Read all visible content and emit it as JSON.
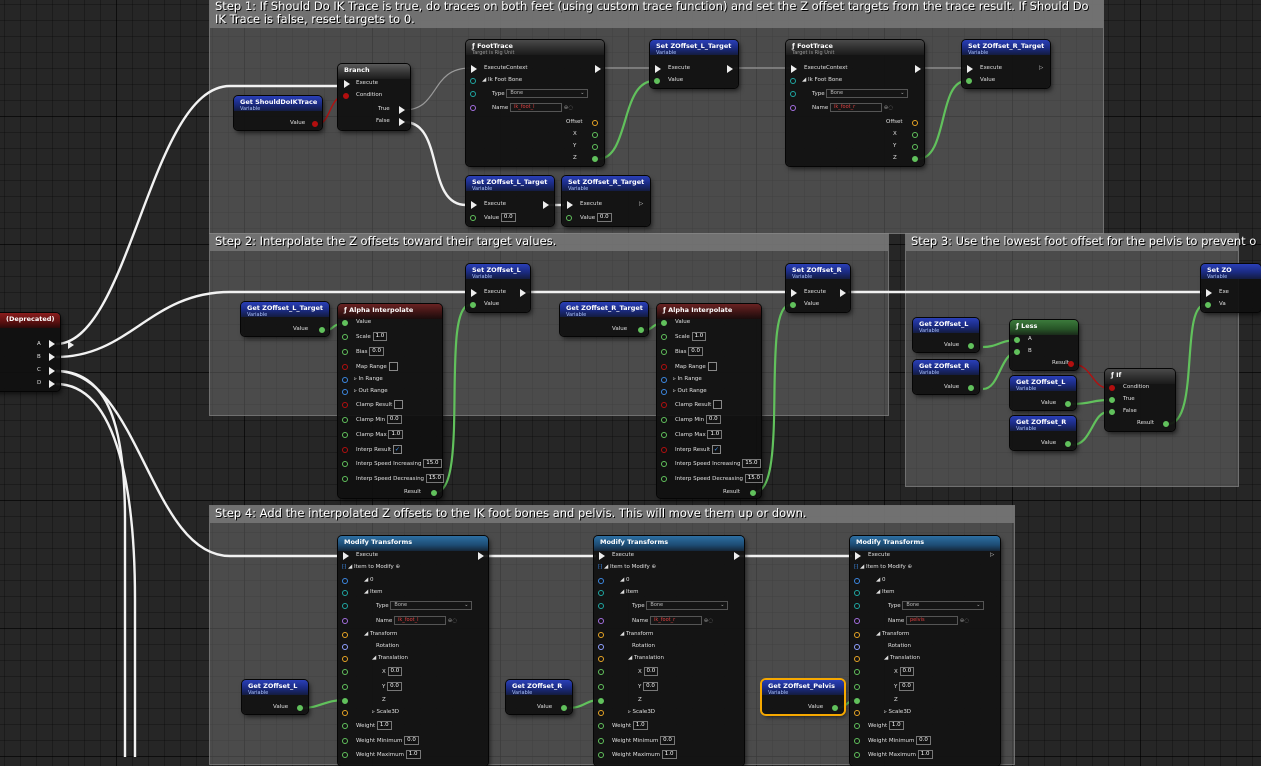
{
  "comments": {
    "step1": "Step 1: If Should Do IK Trace is true, do traces on both feet (using custom trace function) and set the Z offset targets from the trace result. If Should Do IK Trace is false, reset targets to 0.",
    "step2": "Step 2: Interpolate the Z offsets toward their target values.",
    "step3": "Step 3: Use the lowest foot offset for the pelvis to prevent o",
    "step4": "Step 4: Add the interpolated Z offsets to the IK foot bones and pelvis. This will move them up or down."
  },
  "labels": {
    "variable": "Variable",
    "value": "Value",
    "execute": "Execute",
    "condition": "Condition",
    "true": "True",
    "false": "False",
    "execute_context": "ExecuteContext",
    "ik_foot_bone": "Ik Foot Bone",
    "type": "Type",
    "name": "Name",
    "bone": "Bone",
    "offset": "Offset",
    "x": "X",
    "y": "Y",
    "z": "Z",
    "scale": "Scale",
    "bias": "Bias",
    "map_range": "Map Range",
    "in_range": "In Range",
    "out_range": "Out Range",
    "clamp_result": "Clamp Result",
    "clamp_min": "Clamp Min",
    "clamp_max": "Clamp Max",
    "interp_result": "Interp Result",
    "interp_inc": "Interp Speed Increasing",
    "interp_dec": "Interp Speed Decreasing",
    "result": "Result",
    "a": "A",
    "b": "B",
    "item_to_modify": "Item to Modify",
    "zero": "0",
    "item": "Item",
    "transform": "Transform",
    "rotation": "Rotation",
    "translation": "Translation",
    "scale3d": "Scale3D",
    "weight": "Weight",
    "weight_min": "Weight Minimum",
    "weight_max": "Weight Maximum",
    "c": "C",
    "d": "D"
  },
  "values": {
    "zero_f": "0.0",
    "one_f": "1.0",
    "fifteen": "15.0",
    "check": "✓",
    "foot_l": "ik_foot_l",
    "foot_r": "ik_foot_r",
    "pelvis": "pelvis"
  },
  "nodes": {
    "deprecated": "(Deprecated)",
    "get_should": "Get ShouldDoIKTrace",
    "branch": "Branch",
    "foot_trace": "FootTrace",
    "footrace_sub": "Target is Rig Unit",
    "set_l_target": "Set ZOffset_L_Target",
    "set_r_target": "Set ZOffset_R_Target",
    "set_l": "Set ZOffset_L",
    "set_r": "Set ZOffset_R",
    "set_z": "Set ZO",
    "get_l_target": "Get ZOffset_L_Target",
    "get_r_target": "Get ZOffset_R_Target",
    "alpha_interp": "Alpha Interpolate",
    "get_l": "Get ZOffset_L",
    "get_r": "Get ZOffset_R",
    "get_pelvis": "Get ZOffset_Pelvis",
    "less": "Less",
    "if": "If",
    "modify": "Modify Transforms"
  },
  "colors": {
    "exec_wire": "#ffffff",
    "float_wire": "#61c15c",
    "bool_wire": "#b30f0f",
    "selection": "#f6a800"
  }
}
